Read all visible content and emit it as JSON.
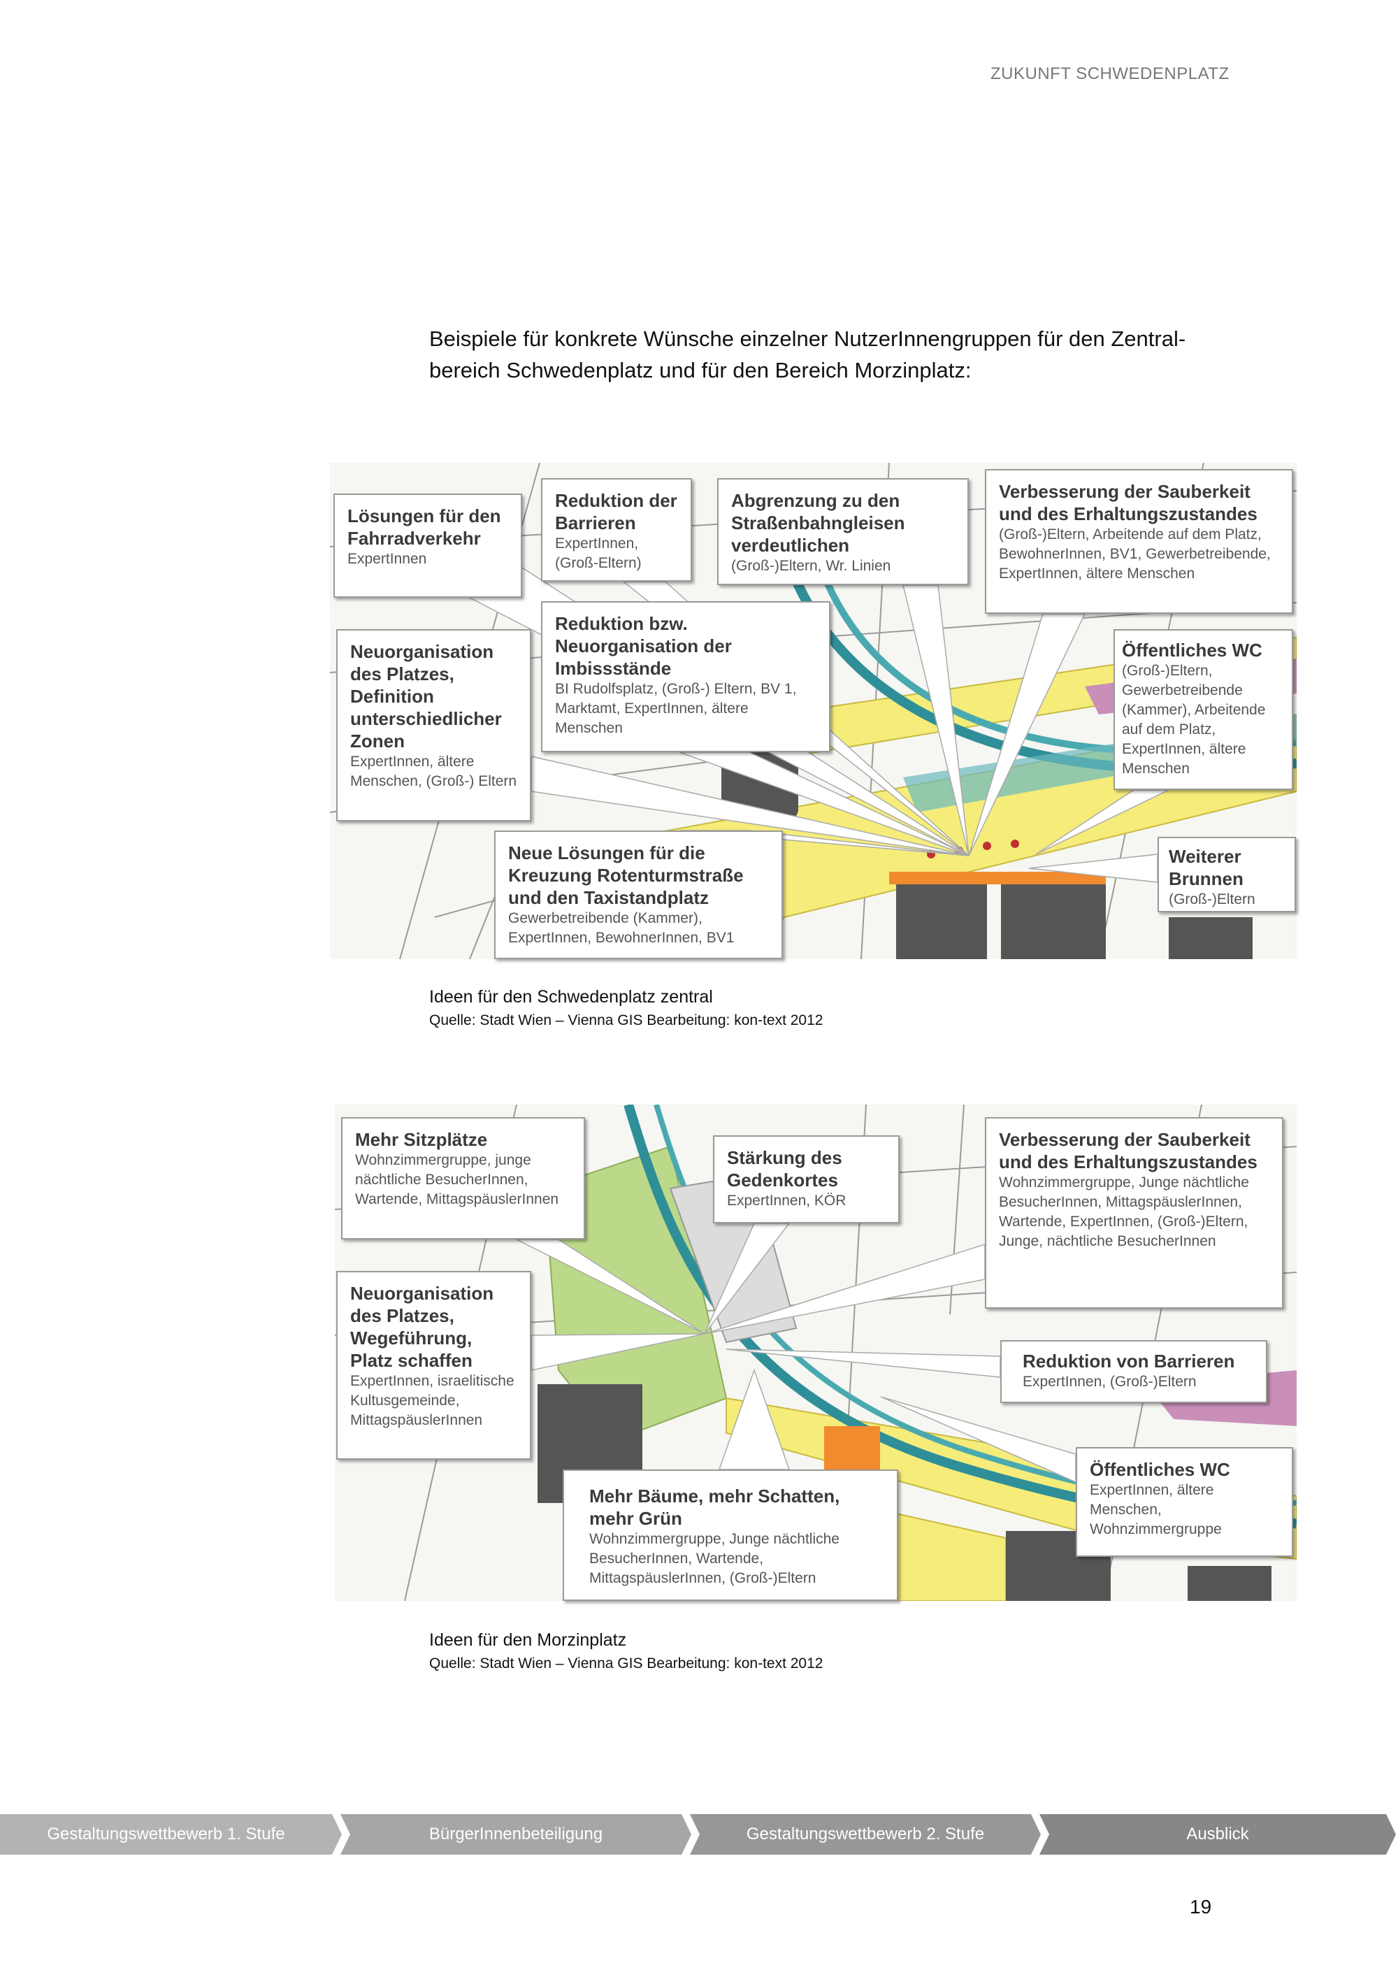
{
  "header": {
    "title": "ZUKUNFT SCHWEDENPLATZ"
  },
  "intro": "Beispiele für konkrete Wünsche einzelner NutzerInnengruppen für den Zentral-bereich Schwedenplatz und für den Bereich Morzinplatz:",
  "figures": [
    {
      "callouts": [
        {
          "title": "Lösungen für den Fahrradverkehr",
          "text": "ExpertInnen"
        },
        {
          "title": "Reduktion der Barrieren",
          "text": "ExpertInnen, (Groß-Eltern)"
        },
        {
          "title": "Abgrenzung zu den Straßenbahngleisen verdeutlichen",
          "text": "(Groß-)Eltern, Wr. Linien"
        },
        {
          "title": "Verbesserung der Sauberkeit und des Erhaltungszustandes",
          "text": "(Groß-)Eltern, Arbeitende auf dem Platz, BewohnerInnen, BV1, Gewerbetreibende, ExpertInnen, ältere Menschen"
        },
        {
          "title": "Reduktion bzw. Neuorganisation der Imbissstände",
          "text": "BI Rudolfsplatz, (Groß-) Eltern, BV 1, Marktamt, ExpertInnen, ältere Menschen"
        },
        {
          "title": "Neuorganisation des Platzes, Definition unterschiedlicher Zonen",
          "text": "ExpertInnen, ältere Menschen, (Groß-) Eltern"
        },
        {
          "title": "Öffentliches WC",
          "text": "(Groß-)Eltern, Gewerbetreibende (Kammer), Arbeitende auf dem Platz, ExpertInnen, ältere Menschen"
        },
        {
          "title": "Neue Lösungen für die Kreuzung Rotenturmstraße und den Taxistandplatz",
          "text": "Gewerbetreibende (Kammer), ExpertInnen, BewohnerInnen, BV1"
        },
        {
          "title": "Weiterer Brunnen",
          "text": "(Groß-)Eltern"
        }
      ],
      "caption": "Ideen für den Schwedenplatz zentral",
      "source": "Quelle: Stadt Wien – Vienna GIS Bearbeitung: kon-text 2012"
    },
    {
      "callouts": [
        {
          "title": "Mehr Sitzplätze",
          "text": "Wohnzimmergruppe, junge nächtliche BesucherInnen, Wartende, MittagspäuslerInnen"
        },
        {
          "title": "Stärkung des Gedenkortes",
          "text": "ExpertInnen, KÖR"
        },
        {
          "title": "Verbesserung der Sauberkeit und des Erhaltungszustandes",
          "text": "Wohnzimmergruppe, Junge nächtliche BesucherInnen, MittagspäuslerInnen, Wartende, ExpertInnen, (Groß-)Eltern, Junge, nächtliche BesucherInnen"
        },
        {
          "title": "Neuorganisation des Platzes, Wegeführung, Platz schaffen",
          "text": "ExpertInnen, israelitische Kultusgemeinde, MittagspäuslerInnen"
        },
        {
          "title": "Reduktion von Barrieren",
          "text": "ExpertInnen, (Groß-)Eltern"
        },
        {
          "title": "Öffentliches WC",
          "text": "ExpertInnen, ältere Menschen, Wohnzimmergruppe"
        },
        {
          "title": "Mehr Bäume, mehr Schatten, mehr Grün",
          "text": "Wohnzimmergruppe, Junge nächtliche BesucherInnen, Wartende, MittagspäuslerInnen, (Groß-)Eltern"
        }
      ],
      "caption": "Ideen für den Morzinplatz",
      "source": "Quelle: Stadt Wien – Vienna GIS Bearbeitung: kon-text 2012"
    }
  ],
  "footer": {
    "steps": [
      "Gestaltungswettbewerb 1. Stufe",
      "BürgerInnenbeteiligung",
      "Gestaltungswettbewerb 2. Stufe",
      "Ausblick"
    ],
    "colors": [
      "#b3b3b3",
      "#a6a6a6",
      "#979797",
      "#878787"
    ]
  },
  "page_number": "19"
}
